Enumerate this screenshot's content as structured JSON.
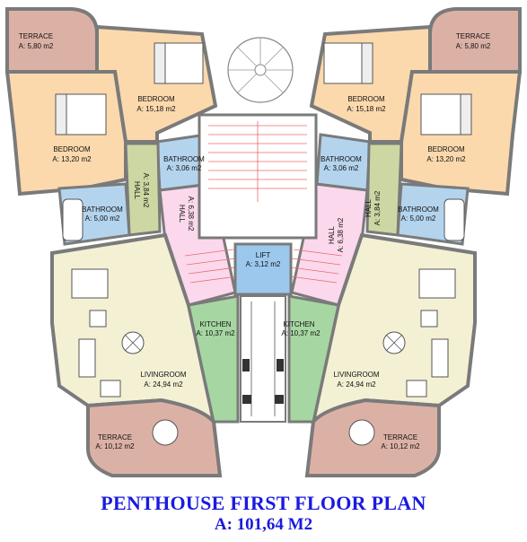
{
  "title": "PENTHOUSE FIRST FLOOR PLAN",
  "area_total": "A: 101,64 M2",
  "colors": {
    "terrace": "#dcb1a5",
    "bedroom": "#fbd9ad",
    "bathroom": "#b4d4ee",
    "hall_green": "#cdd7a3",
    "hall_pink": "#fbd8ec",
    "lift": "#9cc8ee",
    "kitchen": "#a6d7a2",
    "living": "#f4f0d4",
    "wall": "#7a7a7a",
    "title": "#1a1adf"
  },
  "rooms": {
    "left": {
      "terrace_top": {
        "name": "TERRACE",
        "area": "A: 5,80 m2"
      },
      "bedroom_big": {
        "name": "BEDROOM",
        "area": "A: 15,18 m2"
      },
      "bedroom_small": {
        "name": "BEDROOM",
        "area": "A: 13,20 m2"
      },
      "bathroom_a": {
        "name": "BATHROOM",
        "area": "A: 3,06 m2"
      },
      "bathroom_b": {
        "name": "BATHROOM",
        "area": "A: 5,00 m2"
      },
      "hall_a": {
        "name": "HALL",
        "area": "A: 3,84 m2"
      },
      "hall_b": {
        "name": "HALL",
        "area": "A: 6,38 m2"
      },
      "kitchen": {
        "name": "KITCHEN",
        "area": "A: 10,37 m2"
      },
      "living": {
        "name": "LIVINGROOM",
        "area": "A: 24,94 m2"
      },
      "terrace_bottom": {
        "name": "TERRACE",
        "area": "A: 10,12 m2"
      }
    },
    "right": {
      "terrace_top": {
        "name": "TERRACE",
        "area": "A: 5,80 m2"
      },
      "bedroom_big": {
        "name": "BEDROOM",
        "area": "A: 15,18 m2"
      },
      "bedroom_small": {
        "name": "BEDROOM",
        "area": "A: 13,20 m2"
      },
      "bathroom_a": {
        "name": "BATHROOM",
        "area": "A: 3,06 m2"
      },
      "bathroom_b": {
        "name": "BATHROOM",
        "area": "A: 5,00 m2"
      },
      "hall_a": {
        "name": "HALL",
        "area": "A: 3,84 m2"
      },
      "hall_b": {
        "name": "HALL",
        "area": "A: 6,38 m2"
      },
      "kitchen": {
        "name": "KITCHEN",
        "area": "A: 10,37 m2"
      },
      "living": {
        "name": "LIVINGROOM",
        "area": "A: 24,94 m2"
      },
      "terrace_bottom": {
        "name": "TERRACE",
        "area": "A: 10,12 m2"
      }
    },
    "lift": {
      "name": "LIFT",
      "area": "A: 3,12 m2"
    }
  }
}
